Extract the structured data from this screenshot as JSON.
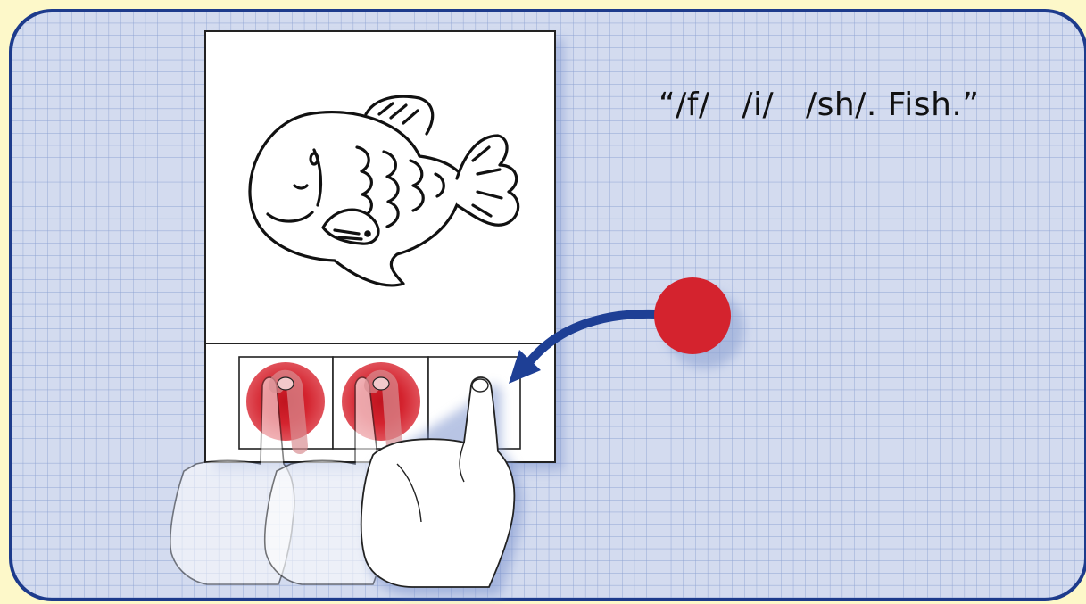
{
  "caption": "“/f/   /i/   /sh/. Fish.”",
  "picture": {
    "subject": "fish",
    "icon": "fish-icon"
  },
  "sound_boxes": {
    "count": 3,
    "filled": 2
  },
  "colors": {
    "background": "#fdf8c9",
    "panel": "#d3dbef",
    "grid": "#8ea3d3",
    "border": "#1d3b8c",
    "counter": "#d4232e",
    "arrow": "#1e3f95"
  }
}
